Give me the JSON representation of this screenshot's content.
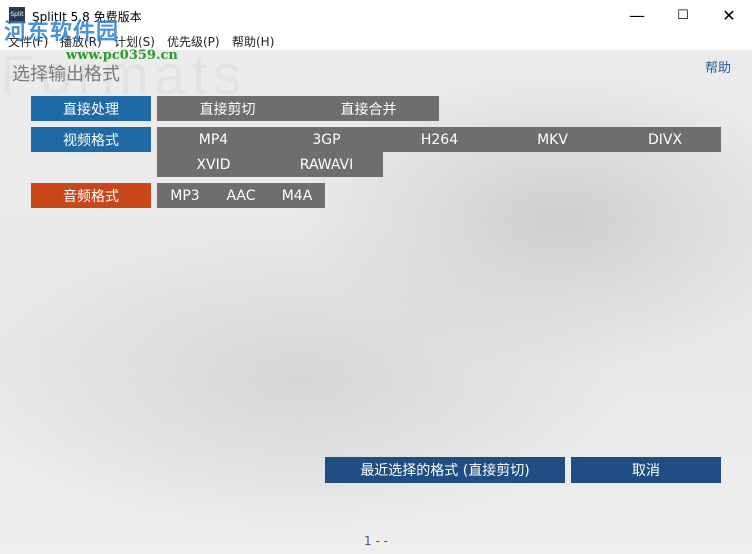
{
  "window": {
    "title": "SplitIt 5.8 免费版本",
    "app_icon_text": "Split",
    "minimize_glyph": "—",
    "maximize_glyph": "☐",
    "close_glyph": "✕"
  },
  "menu": {
    "items": [
      "文件(F)",
      "播放(R)",
      "计划(S)",
      "优先级(P)",
      "帮助(H)"
    ]
  },
  "watermark": {
    "logo_text": "河东软件园",
    "url_text": "www.pc0359.cn",
    "background_text": "Formats"
  },
  "page": {
    "heading": "选择输出格式",
    "help_label": "帮助"
  },
  "categories": {
    "direct": "直接处理",
    "video": "视频格式",
    "audio": "音频格式"
  },
  "direct_options": [
    "直接剪切",
    "直接合并"
  ],
  "video_options": [
    "MP4",
    "3GP",
    "H264",
    "MKV",
    "DIVX",
    "XVID",
    "RAWAVI"
  ],
  "audio_options": [
    "MP3",
    "AAC",
    "M4A"
  ],
  "buttons": {
    "recent": "最近选择的格式 (直接剪切)",
    "cancel": "取消"
  },
  "footer": {
    "page_indicator": "1 - -"
  },
  "colors": {
    "category_blue": "#1f6aa5",
    "category_orange": "#c7461a",
    "option_gray": "#6e6e6e",
    "button_blue": "#1f4e82"
  }
}
